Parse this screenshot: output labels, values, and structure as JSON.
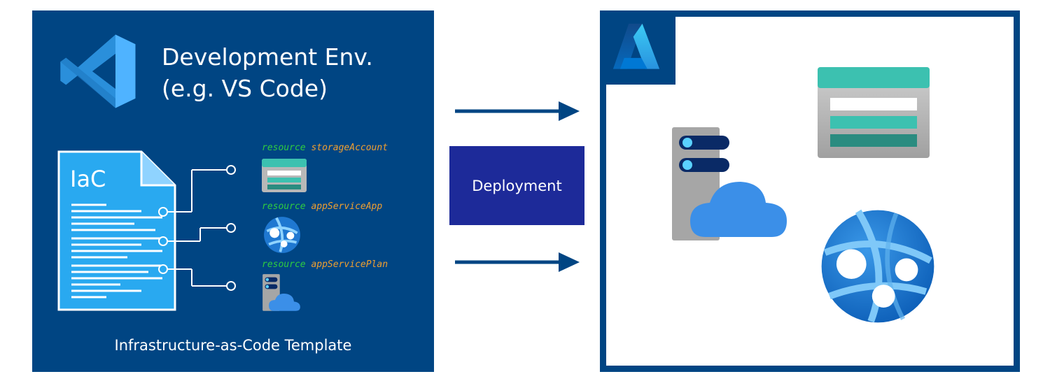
{
  "left_panel": {
    "title_line1": "Development Env.",
    "title_line2": "(e.g. VS Code)",
    "doc_label": "IaC",
    "resources": [
      {
        "keyword": "resource",
        "name": "storageAccount",
        "icon": "storage-account-icon"
      },
      {
        "keyword": "resource",
        "name": "appServiceApp",
        "icon": "app-service-icon"
      },
      {
        "keyword": "resource",
        "name": "appServicePlan",
        "icon": "app-service-plan-icon"
      }
    ],
    "caption": "Infrastructure-as-Code Template"
  },
  "middle": {
    "deploy_label": "Deployment"
  },
  "right_panel": {
    "logo": "azure-logo",
    "icons": [
      "app-service-plan-icon",
      "storage-account-icon",
      "app-service-icon"
    ]
  },
  "colors": {
    "panel_blue": "#004583",
    "deploy_box": "#1d2a99",
    "keyword_green": "#2ecc40",
    "name_orange": "#f0a030",
    "teal": "#3cc1b0"
  }
}
